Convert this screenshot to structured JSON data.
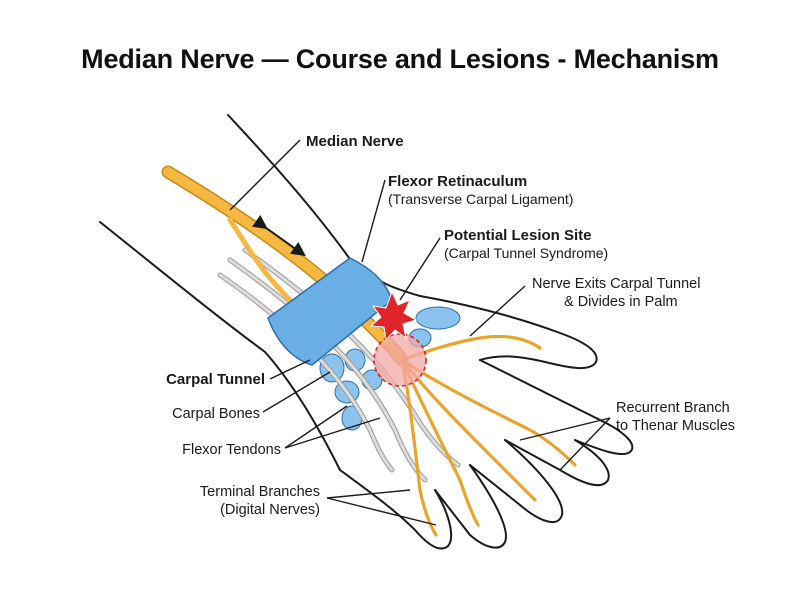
{
  "title": "Median Nerve — Course and Lesions - Mechanism",
  "labels": {
    "median_nerve": "Median Nerve",
    "flexor_retinaculum": "Flexor Retinaculum",
    "flexor_retinaculum_sub": "(Transverse Carpal Ligament)",
    "lesion_site": "Potential Lesion Site",
    "lesion_site_sub": "(Carpal Tunnel Syndrome)",
    "nerve_exits_line1": "Nerve Exits Carpal Tunnel",
    "nerve_exits_line2": "& Divides in Palm",
    "carpal_tunnel": "Carpal Tunnel",
    "carpal_bones": "Carpal Bones",
    "flexor_tendons": "Flexor Tendons",
    "recurrent_line1": "Recurrent Branch",
    "recurrent_line2": "to Thenar Muscles",
    "terminal_line1": "Terminal Branches",
    "terminal_line2": "(Digital Nerves)"
  },
  "colors": {
    "nerve": "#f5b942",
    "nerve_outline": "#c98a1c",
    "retinaculum": "#6aaee6",
    "bones": "#8cc2ee",
    "tendons": "#cfcfcf",
    "lesion": "#e0242a",
    "tunnel_zone": "#f3a7a7",
    "outline": "#1a1a1a"
  }
}
